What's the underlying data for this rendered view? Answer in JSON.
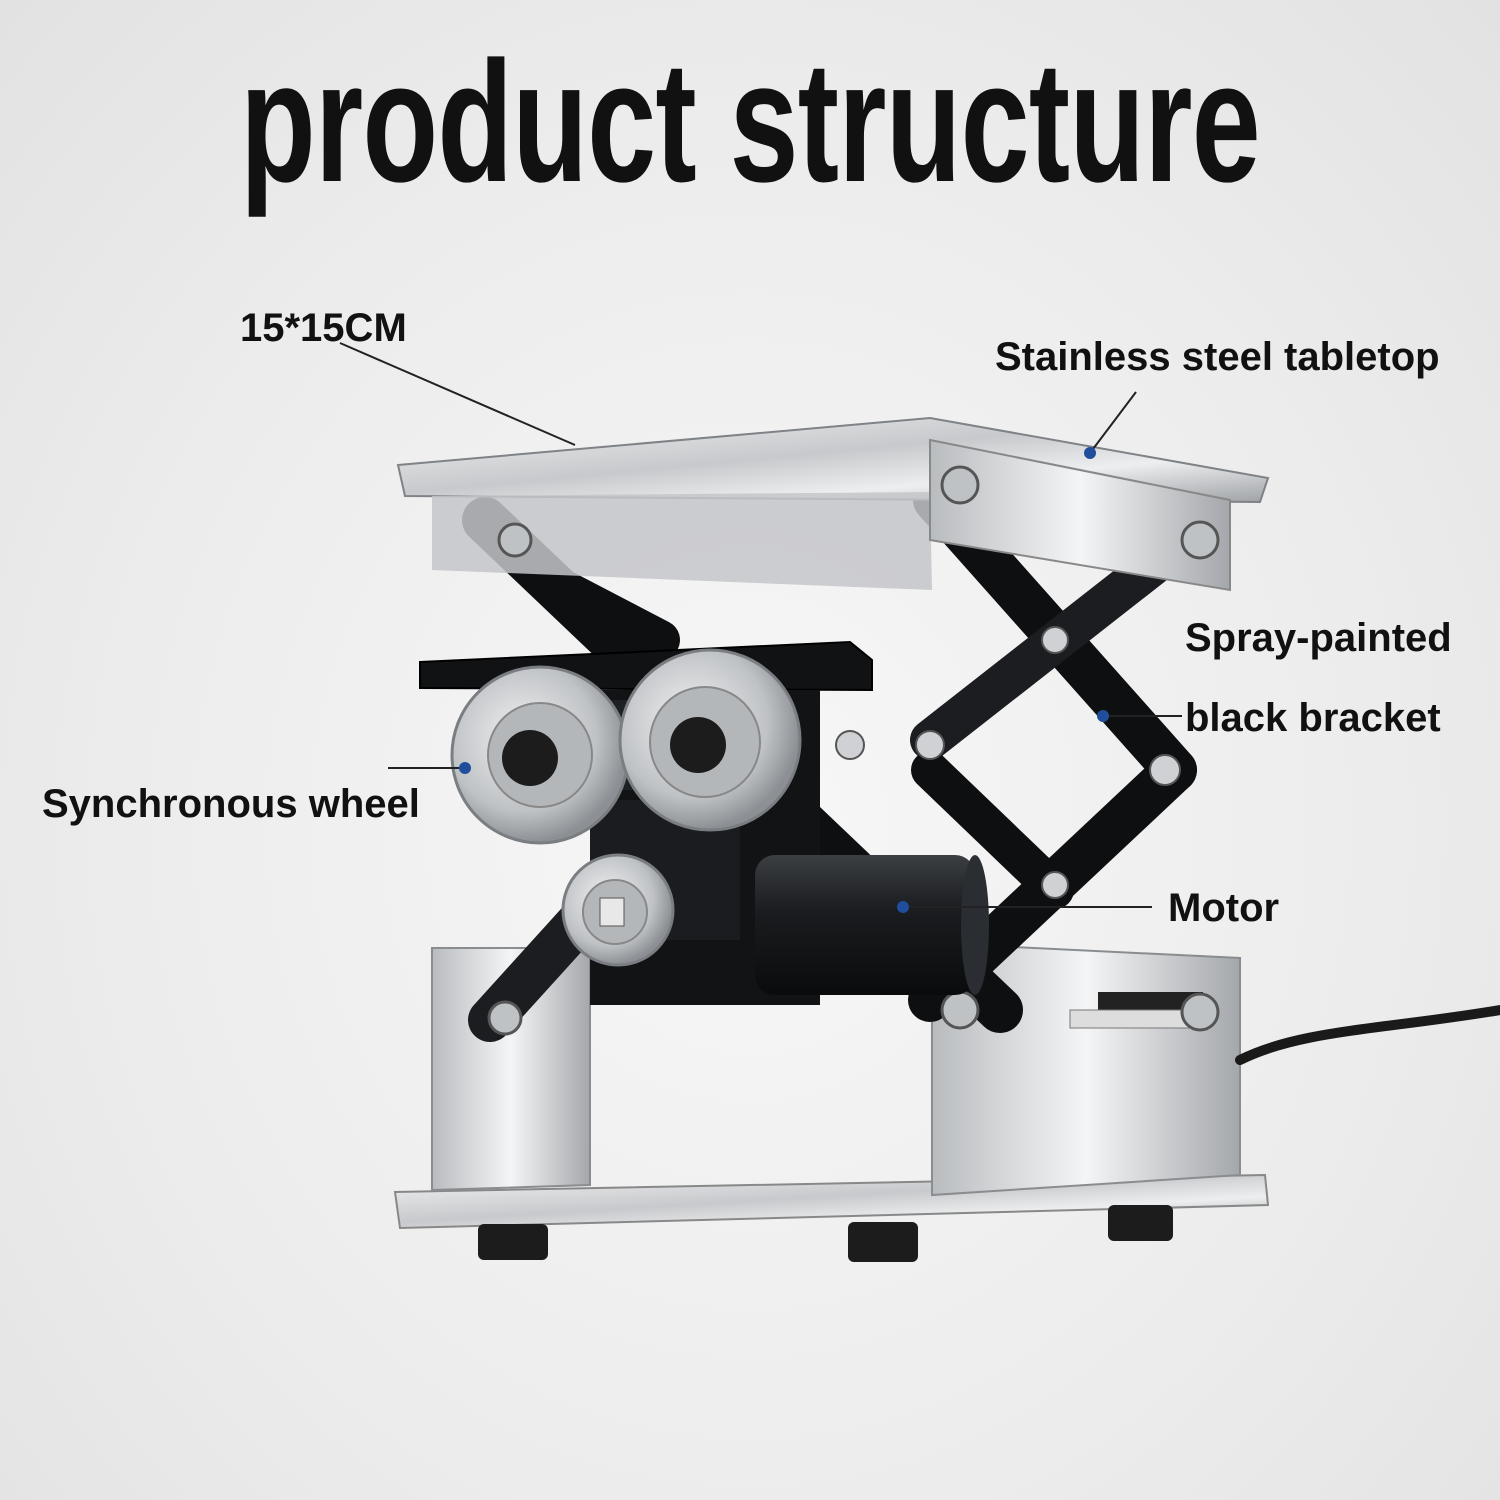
{
  "title": "product structure",
  "labels": {
    "size": "15*15CM",
    "tabletop": "Stainless steel tabletop",
    "bracket_line1": "Spray-painted",
    "bracket_line2": "black bracket",
    "wheel": "Synchronous wheel",
    "motor": "Motor"
  },
  "colors": {
    "steel": "#d9dadc",
    "black_bracket": "#15171a",
    "wheel": "#c9cbce",
    "leader_dot": "#1f4f9c",
    "text": "#111111"
  },
  "icons": [
    "wheel-icon",
    "motor-icon",
    "bolt-icon",
    "foot-icon"
  ]
}
